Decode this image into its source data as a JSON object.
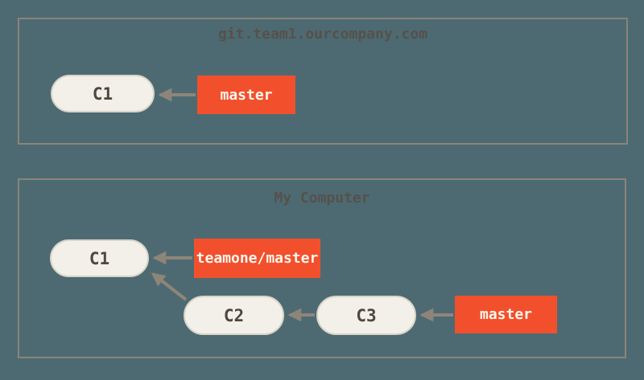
{
  "colors": {
    "background": "#4D6A72",
    "box-border": "#8B8478",
    "commit-fill": "#F2F0E8",
    "commit-border": "#D8D4C8",
    "commit-text": "#4E473D",
    "branch-fill": "#F2502C",
    "branch-text": "#FBF6EE",
    "title-text": "#56514A",
    "arrow": "#8E8579"
  },
  "remote": {
    "title": "git.team1.ourcompany.com",
    "commit_c1": "C1",
    "branch_master": "master"
  },
  "local": {
    "title": "My Computer",
    "commit_c1": "C1",
    "commit_c2": "C2",
    "commit_c3": "C3",
    "branch_teamone_master": "teamone/master",
    "branch_master": "master"
  }
}
